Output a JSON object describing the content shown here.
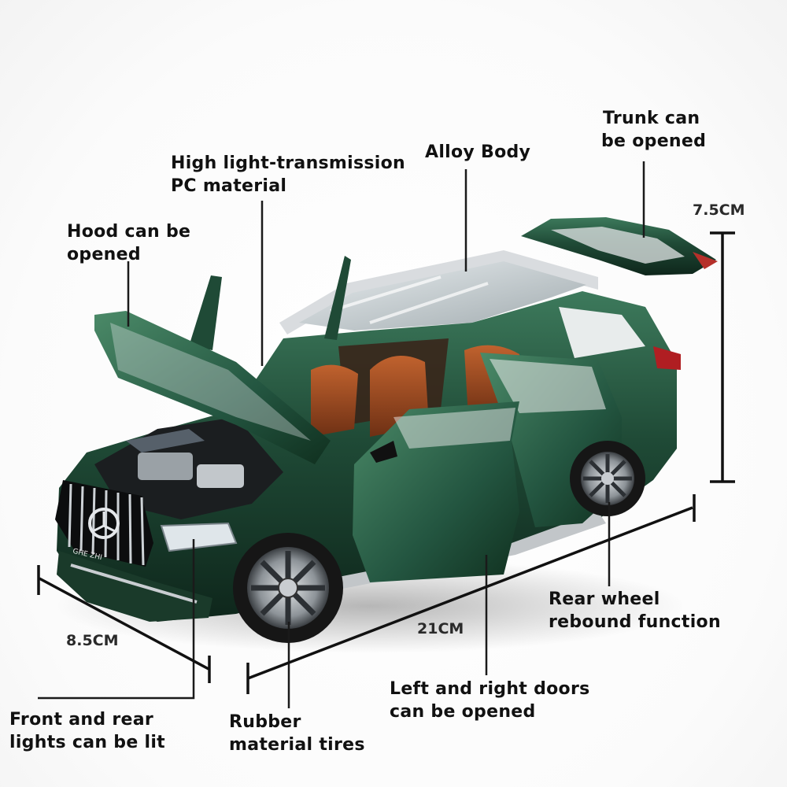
{
  "features": {
    "transmission": [
      "High light-transmission",
      "PC material"
    ],
    "alloy": [
      "Alloy Body"
    ],
    "trunk": [
      "Trunk can",
      "be opened"
    ],
    "hood": [
      "Hood can be",
      "opened"
    ],
    "rear_wheel": [
      "Rear wheel",
      "rebound function"
    ],
    "lights": [
      "Front and rear",
      "lights can be lit"
    ],
    "tires": [
      "Rubber",
      "material tires"
    ],
    "doors": [
      "Left and right doors",
      "can be opened"
    ]
  },
  "dimensions": {
    "height": "7.5CM",
    "width": "8.5CM",
    "length": "21CM"
  },
  "plate_text": "GHE ZHI",
  "colors": {
    "body": "#1f4a36",
    "body_highlight": "#3d7a5c",
    "body_shadow": "#0e261b",
    "interior": "#9a4a22",
    "chrome": "#c9cdd1",
    "leader_line": "#1a1a1a"
  }
}
